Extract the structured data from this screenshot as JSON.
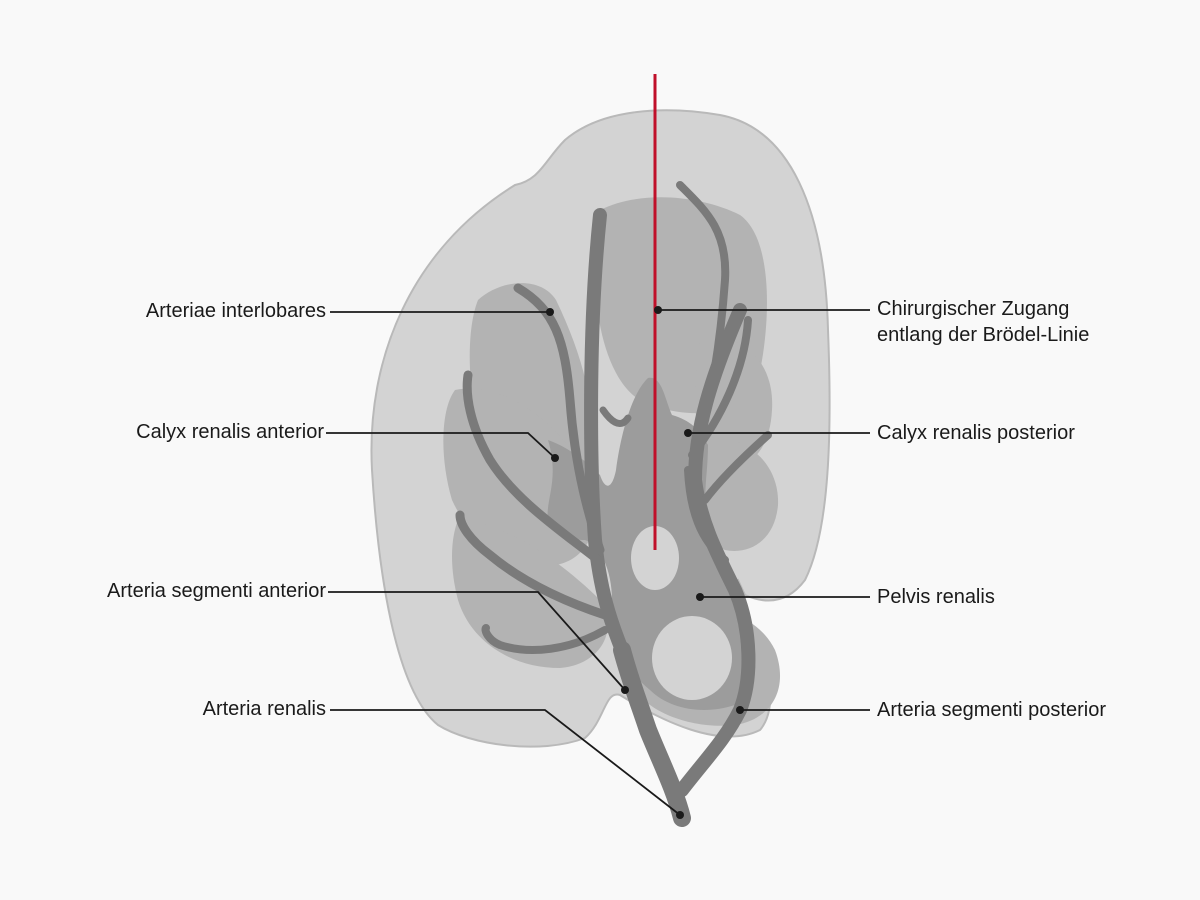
{
  "colors": {
    "background": "#f9f9f9",
    "kidney_outer": "#d3d3d3",
    "kidney_outline": "#b9b9b9",
    "lobe": "#b3b3b3",
    "pelvis": "#9c9c9c",
    "artery": "#7a7a7a",
    "incision_line": "#c0102a",
    "leader_line": "#1a1a1a"
  },
  "labels": {
    "arteriae_interlobares": "Arteriae interlobares",
    "calyx_anterior": "Calyx renalis anterior",
    "arteria_segmenti_anterior": "Arteria segmenti anterior",
    "arteria_renalis": "Arteria renalis",
    "surgical_access_line1": "Chirurgischer Zugang",
    "surgical_access_line2": "entlang der Brödel-Linie",
    "calyx_posterior": "Calyx renalis posterior",
    "pelvis_renalis": "Pelvis renalis",
    "arteria_segmenti_posterior": "Arteria segmenti posterior"
  }
}
